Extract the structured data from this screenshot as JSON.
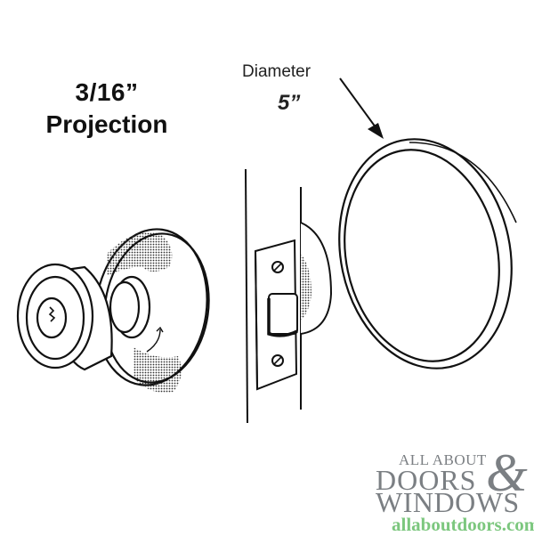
{
  "annotations": {
    "projection_value": "3/16”",
    "projection_label": "Projection",
    "diameter_label": "Diameter",
    "diameter_value": "5”"
  },
  "logo": {
    "line1": "ALL ABOUT",
    "line2": "DOORS",
    "ampersand": "&",
    "line3": "WINDOWS",
    "url": "allaboutdoors.com",
    "colors": {
      "text_gray": "#7b7f83",
      "url_green": "#7cc77e"
    }
  },
  "illustration": {
    "parts": [
      "keyed-door-knob-with-rosette",
      "door-edge-with-latch-plate",
      "cover-plate-ring"
    ],
    "line_color": "#111111"
  }
}
